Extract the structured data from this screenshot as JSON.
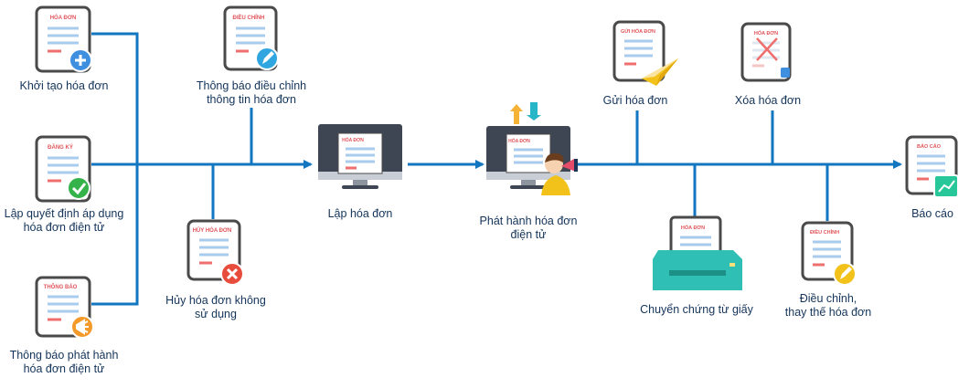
{
  "nodes": {
    "khoi_tao": {
      "label": "Khởi tạo hóa đơn",
      "doc_title": "HÓA ĐƠN",
      "badge": "plus-icon"
    },
    "lap_quyet_dinh": {
      "label_line1": "Lập quyết định áp dụng",
      "label_line2": "hóa đơn điện tử",
      "doc_title": "ĐĂNG KÝ",
      "badge": "check-icon"
    },
    "thong_bao_phat_hanh": {
      "label_line1": "Thông báo phát hành",
      "label_line2": "hóa đơn điện tử",
      "doc_title": "THÔNG BÁO",
      "badge": "megaphone-icon"
    },
    "thong_bao_dieu_chinh": {
      "label_line1": "Thông báo điều chỉnh",
      "label_line2": "thông tin hóa đơn",
      "doc_title": "ĐIỀU CHỈNH",
      "badge": "pencil-icon"
    },
    "huy_hoa_don": {
      "label_line1": "Hủy hóa đơn không",
      "label_line2": "sử dụng",
      "doc_title": "HỦY HÓA ĐƠN",
      "badge": "cross-icon"
    },
    "lap_hoa_don": {
      "label": "Lập hóa đơn",
      "screen_title": "HÓA ĐƠN"
    },
    "phat_hanh": {
      "label_line1": "Phát hành hóa đơn",
      "label_line2": "điện tử",
      "screen_title": "HÓA ĐƠN"
    },
    "gui_hoa_don": {
      "label": "Gửi hóa đơn",
      "doc_title": "GỬI HÓA ĐƠN"
    },
    "xoa_hoa_don": {
      "label": "Xóa hóa đơn",
      "doc_title": "HÓA ĐƠN"
    },
    "chuyen_chung_tu": {
      "label": "Chuyển chứng từ giấy",
      "doc_title": "HÓA ĐƠN"
    },
    "dieu_chinh_thay_the": {
      "label_line1": "Điều chỉnh,",
      "label_line2": "thay thế hóa đơn",
      "doc_title": "ĐIỀU CHỈNH",
      "badge": "pencil-icon"
    },
    "bao_cao": {
      "label": "Báo cáo",
      "doc_title": "BÁO CÁO",
      "badge": "chart-icon"
    }
  },
  "colors": {
    "flow_line": "#1276c0",
    "doc_border": "#4a4a4a",
    "doc_title": "#e0555a",
    "doc_line": "#a9cbee",
    "doc_accent": "#ef6f6f",
    "badge_plus": "#3f8fe0",
    "badge_check": "#35b34a",
    "badge_megaphone": "#f39a2b",
    "badge_pencil": "#2fa6df",
    "badge_cross": "#e74c3c",
    "badge_pencil_yellow": "#f2c21a",
    "badge_chart": "#27c79a",
    "monitor": "#3d4652",
    "printer": "#2fbfb4"
  }
}
